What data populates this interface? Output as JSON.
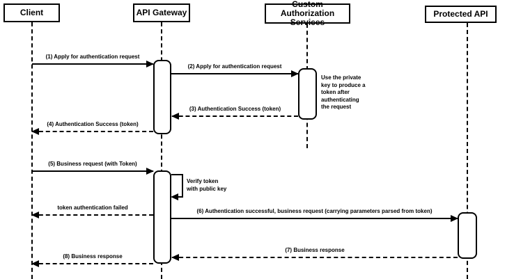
{
  "diagram": {
    "type": "sequence-diagram",
    "colors": {
      "background": "#ffffff",
      "stroke": "#000000",
      "text": "#000000",
      "fill": "#ffffff"
    },
    "participants": [
      {
        "label": "Client"
      },
      {
        "label": "API Gateway"
      },
      {
        "label": "Custom Authorization Services"
      },
      {
        "label": "Protected API"
      }
    ],
    "messages": [
      {
        "label": "(1) Apply for authentication request",
        "from": "Client",
        "to": "API Gateway",
        "line": "solid"
      },
      {
        "label": "(2) Apply for authentication request",
        "from": "API Gateway",
        "to": "Custom Authorization Services",
        "line": "solid"
      },
      {
        "label": "(3) Authentication Success (token)",
        "from": "Custom Authorization Services",
        "to": "API Gateway",
        "line": "dashed"
      },
      {
        "label": "(4) Authentication Success (token)",
        "from": "API Gateway",
        "to": "Client",
        "line": "dashed"
      },
      {
        "label": "(5) Business request (with Token)",
        "from": "Client",
        "to": "API Gateway",
        "line": "solid"
      },
      {
        "label": "token authentication failed",
        "from": "API Gateway",
        "to": "Client",
        "line": "dashed"
      },
      {
        "label": "(6) Authentication successful, business request (carrying parameters parsed from token)",
        "from": "API Gateway",
        "to": "Protected API",
        "line": "solid"
      },
      {
        "label": "(7) Business response",
        "from": "Protected API",
        "to": "API Gateway",
        "line": "dashed"
      },
      {
        "label": "(8) Business response",
        "from": "API Gateway",
        "to": "Client",
        "line": "dashed"
      }
    ],
    "self_message": {
      "label": "Verify token\nwith public key",
      "on": "API Gateway"
    },
    "note": {
      "label": "Use the private\nkey to produce a\ntoken after\nauthenticating\nthe request",
      "attached_to": "Custom Authorization Services"
    }
  }
}
